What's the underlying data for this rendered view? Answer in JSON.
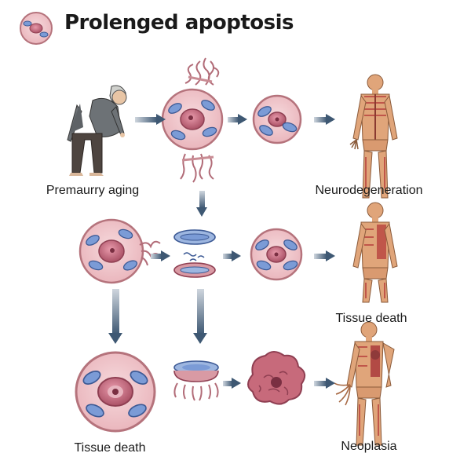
{
  "title": "Prolenged apoptosis",
  "labels": {
    "premature_aging": "Premaurry aging",
    "neurodegeneration": "Neurodegeneration",
    "tissue_death_right": "Tissue death",
    "tissue_death_left": "Tissue death",
    "neoplasia": "Neoplasia"
  },
  "colors": {
    "cell_membrane": "#c98c94",
    "cell_fill": "#f0c9cd",
    "nucleus": "#b55a6e",
    "organelle": "#6f8fcc",
    "arrow": "#3e5873",
    "skin": "#e0a57a",
    "muscle": "#c0564a"
  }
}
